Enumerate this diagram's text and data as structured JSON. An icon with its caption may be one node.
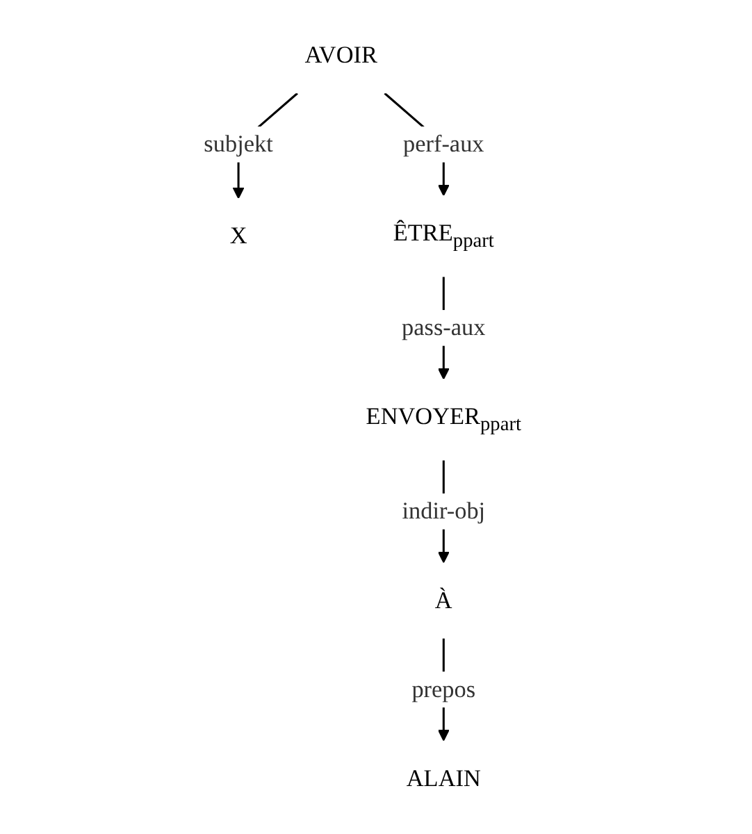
{
  "diagram": {
    "nodes": [
      {
        "text": [
          "AVOIR"
        ]
      },
      {
        "text": [
          "X"
        ]
      },
      {
        "text": [
          "ÊTRE$_{ppart}$"
        ]
      },
      {
        "text": [
          "ENVOYER$_{ppart}$"
        ]
      },
      {
        "text": [
          "À"
        ]
      },
      {
        "text": [
          "ALAIN"
        ]
      }
    ],
    "edges": [
      {
        "from": 0,
        "to": 1,
        "label": "subjekt",
        "arrow": "to"
      },
      {
        "from": 0,
        "to": 2,
        "label": "perf-aux",
        "arrow": "to"
      },
      {
        "from": 2,
        "to": 3,
        "label": "pass-aux",
        "arrow": "to"
      },
      {
        "from": 3,
        "to": 4,
        "label": "indir-obj",
        "arrow": "to"
      },
      {
        "from": 4,
        "to": 5,
        "label": "prepos",
        "arrow": "to"
      }
    ]
  }
}
